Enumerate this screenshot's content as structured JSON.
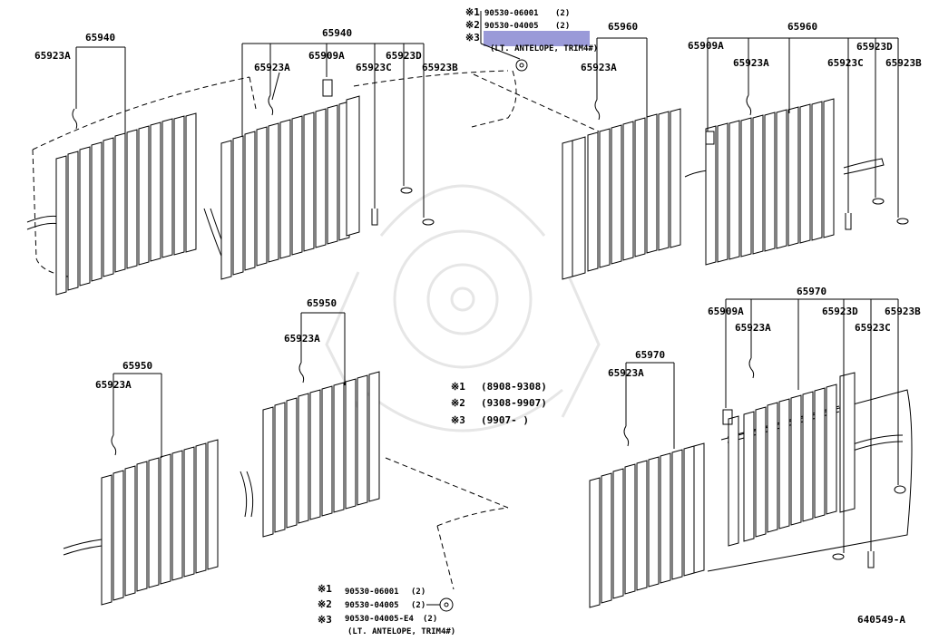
{
  "highlight_color": "#9a9ad8",
  "upper_left": {
    "a_assy": "65940",
    "a_hook": "65923A",
    "b_assy": "65940",
    "b_hook": "65923A",
    "b_bracket": "65909A",
    "b_c": "65923C",
    "b_d": "65923D",
    "b_b": "65923B"
  },
  "upper_right": {
    "a_assy": "65960",
    "a_hook": "65923A",
    "b_assy": "65960",
    "b_bracket": "65909A",
    "b_hook": "65923A",
    "b_d": "65923D",
    "b_c": "65923C",
    "b_b": "65923B"
  },
  "lower_left": {
    "a_assy": "65950",
    "a_hook": "65923A",
    "b_assy": "65950",
    "b_hook": "65923A"
  },
  "lower_right": {
    "a_assy": "65970",
    "a_hook": "65923A",
    "b_assy": "65970",
    "b_bracket": "65909A",
    "b_hook": "65923A",
    "b_d": "65923D",
    "b_c": "65923C",
    "b_b": "65923B"
  },
  "top_callout": {
    "m1": "※1",
    "p1": "90530-06001",
    "q1": "(2)",
    "m2": "※2",
    "p2": "90530-04005",
    "q2": "(2)",
    "m3": "※3",
    "note": "(LT. ANTELOPE, TRIM4#)"
  },
  "legend": {
    "m1": "※1",
    "r1": "(8908-9308)",
    "m2": "※2",
    "r2": "(9308-9907)",
    "m3": "※3",
    "r3": "(9907-        )"
  },
  "bottom_callout": {
    "m1": "※1",
    "p1": "90530-06001",
    "q1": "(2)",
    "m2": "※2",
    "p2": "90530-04005",
    "q2": "(2)",
    "m3": "※3",
    "p3": "90530-04005-E4",
    "q3": "(2)",
    "note": "(LT. ANTELOPE, TRIM4#)"
  },
  "ref_code": "640549-A"
}
